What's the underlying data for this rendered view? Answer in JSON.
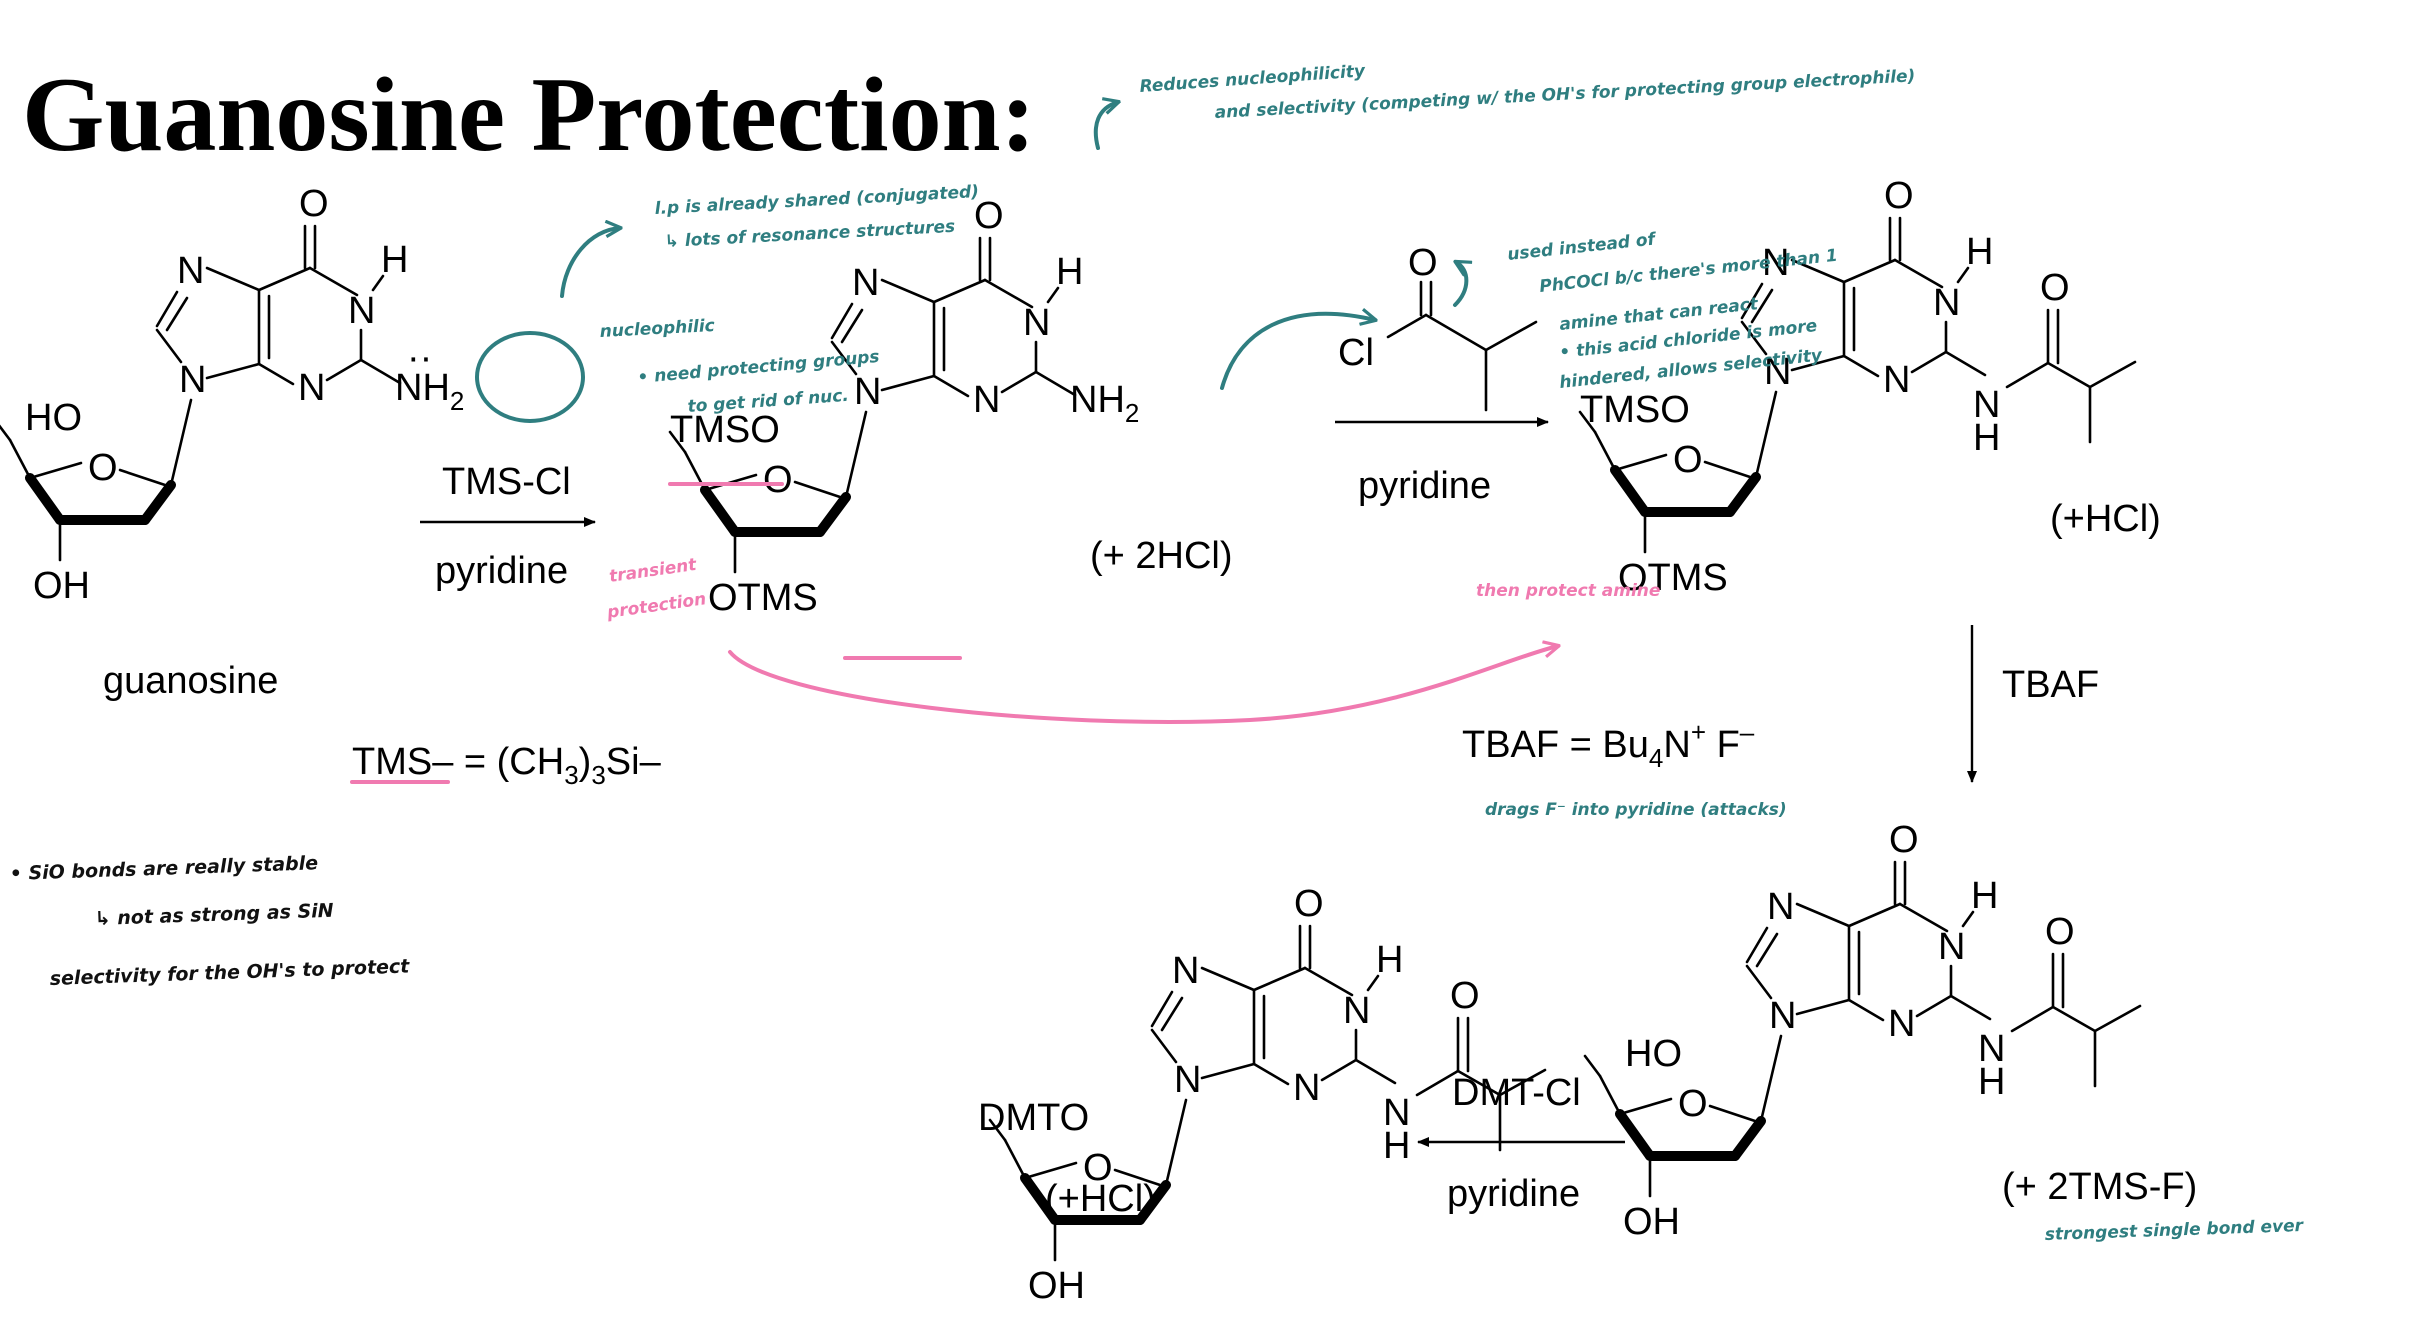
{
  "title": "Guanosine Protection:",
  "labels": {
    "guanosine": "guanosine",
    "tms_def": "TMS– = (CH",
    "tms_def_sub": "3",
    "tms_def_end": ")",
    "tms_def_sub2": "3",
    "tms_def_tail": "Si–",
    "plus_2hcl": "(+ 2HCl)",
    "plus_hcl_1": "(+HCl)",
    "plus_hcl_2": "(+HCl)",
    "plus_2tmsf": "(+ 2TMS-F)",
    "tbaf_def": "TBAF = Bu",
    "tbaf_def_sub": "4",
    "tbaf_def_n": "N",
    "tbaf_def_sup": "+",
    "tbaf_def_f": " F",
    "tbaf_def_sup2": "–"
  },
  "reagents": {
    "step1_top": "TMS-Cl",
    "step1_bottom": "pyridine",
    "step2_bottom": "pyridine",
    "step3_side": "TBAF",
    "step4_top": "DMT-Cl",
    "step4_bottom": "pyridine"
  },
  "atoms": {
    "O": "O",
    "N": "N",
    "H": "H",
    "NH2": "NH",
    "two": "2",
    "HO": "HO",
    "OH": "OH",
    "Cl": "Cl",
    "TMSO": "TMSO",
    "OTMS": "OTMS",
    "DMTO": "DMTO"
  },
  "notes": {
    "reduces_1": "Reduces nucleophilicity",
    "reduces_2": "and selectivity (competing w/ the OH's for protecting group electrophile)",
    "lp_1": "l.p is already shared (conjugated)",
    "lp_2": "↳ lots of resonance structures",
    "nucleophilic": "nucleophilic",
    "need_1": "• need protecting groups",
    "need_2": "to get rid of nuc.",
    "used_1": "used instead of",
    "used_2": "PhCOCl b/c there's more than 1",
    "used_3": "amine that can react",
    "used_4": "• this acid chloride is more",
    "used_5": "hindered, allows selectivity",
    "transient_1": "transient",
    "transient_2": "protection",
    "then_protect": "then protect amine",
    "drags": "drags F⁻ into pyridine (attacks)",
    "sio_1": "• SiO bonds are really stable",
    "sio_2": "↳ not as strong as SiN",
    "sio_3": "selectivity for the OH's to protect",
    "strongest": "strongest single bond ever"
  },
  "colors": {
    "teal": "#2f7e80",
    "pink": "#f07ab0",
    "ink": "#000000"
  }
}
